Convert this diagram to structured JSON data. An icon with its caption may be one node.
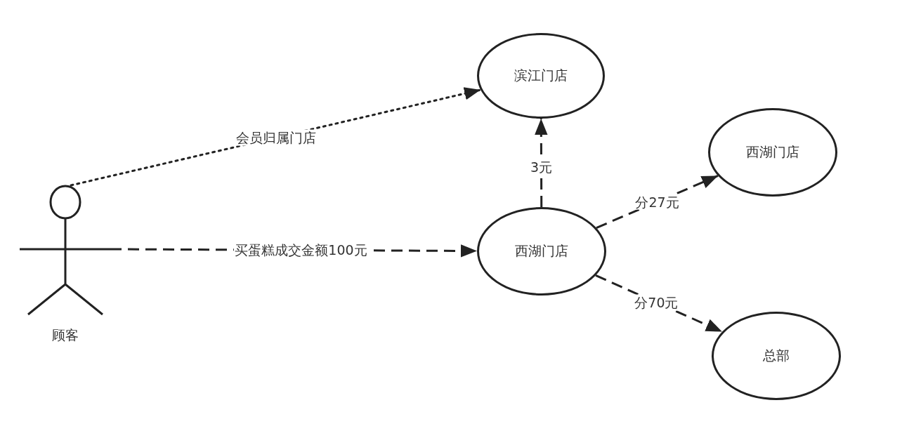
{
  "diagram": {
    "nodes": [
      {
        "text": [
          "顾客"
        ]
      },
      {
        "text": [
          "滨江门店"
        ]
      },
      {
        "text": [
          "西湖门店"
        ]
      },
      {
        "text": [
          "西湖门店"
        ]
      },
      {
        "text": [
          "总部"
        ]
      }
    ],
    "edges": [
      {
        "from": 0,
        "to": 1,
        "arrow": "to",
        "label": "会员归属门店"
      },
      {
        "from": 0,
        "to": 2,
        "arrow": "to",
        "label": "买蛋糕成交金额100元",
        "style": "dashed"
      },
      {
        "from": 2,
        "to": 1,
        "arrow": "to",
        "label": "3元",
        "style": "dashed"
      },
      {
        "from": 2,
        "to": 3,
        "arrow": "to",
        "label": "分27元",
        "style": "dashed"
      },
      {
        "from": 2,
        "to": 4,
        "arrow": "to",
        "label": "分70元",
        "style": "dashed"
      }
    ]
  }
}
